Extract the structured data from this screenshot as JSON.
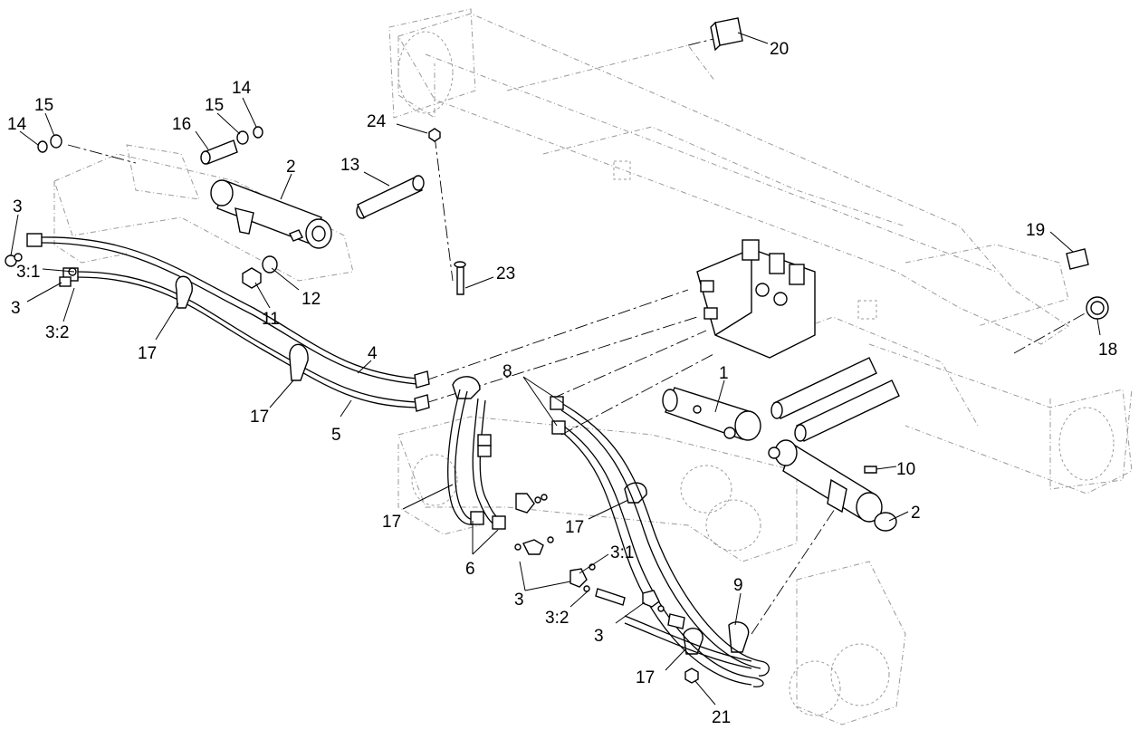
{
  "callouts": [
    {
      "id": "c20",
      "text": "20"
    },
    {
      "id": "c14a",
      "text": "14"
    },
    {
      "id": "c15a",
      "text": "15"
    },
    {
      "id": "c15b",
      "text": "15"
    },
    {
      "id": "c14b",
      "text": "14"
    },
    {
      "id": "c16",
      "text": "16"
    },
    {
      "id": "c24",
      "text": "24"
    },
    {
      "id": "c2a",
      "text": "2"
    },
    {
      "id": "c13",
      "text": "13"
    },
    {
      "id": "c3a",
      "text": "3"
    },
    {
      "id": "c31a",
      "text": "3:1"
    },
    {
      "id": "c3b",
      "text": "3"
    },
    {
      "id": "c32a",
      "text": "3:2"
    },
    {
      "id": "c11",
      "text": "11"
    },
    {
      "id": "c12",
      "text": "12"
    },
    {
      "id": "c23",
      "text": "23"
    },
    {
      "id": "c19",
      "text": "19"
    },
    {
      "id": "c18",
      "text": "18"
    },
    {
      "id": "c17a",
      "text": "17"
    },
    {
      "id": "c4",
      "text": "4"
    },
    {
      "id": "c17b",
      "text": "17"
    },
    {
      "id": "c5",
      "text": "5"
    },
    {
      "id": "c8",
      "text": "8"
    },
    {
      "id": "c1",
      "text": "1"
    },
    {
      "id": "c10",
      "text": "10"
    },
    {
      "id": "c2b",
      "text": "2"
    },
    {
      "id": "c17c",
      "text": "17"
    },
    {
      "id": "c17d",
      "text": "17"
    },
    {
      "id": "c6",
      "text": "6"
    },
    {
      "id": "c31b",
      "text": "3:1"
    },
    {
      "id": "c3c",
      "text": "3"
    },
    {
      "id": "c32b",
      "text": "3:2"
    },
    {
      "id": "c9",
      "text": "9"
    },
    {
      "id": "c3d",
      "text": "3"
    },
    {
      "id": "c17e",
      "text": "17"
    },
    {
      "id": "c21",
      "text": "21"
    }
  ]
}
